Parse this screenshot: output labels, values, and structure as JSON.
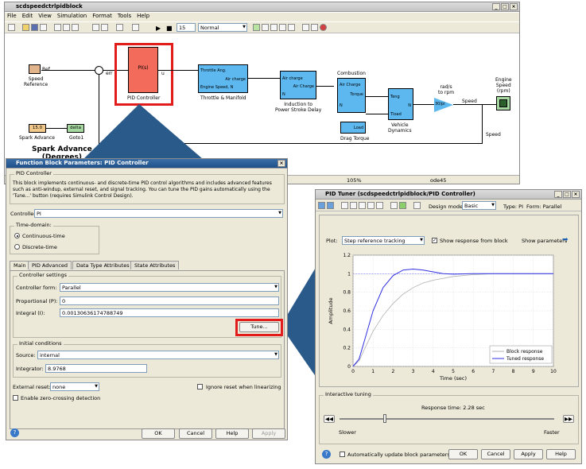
{
  "model": {
    "title": "scdspeedctrlpidblock",
    "menu": [
      "File",
      "Edit",
      "View",
      "Simulation",
      "Format",
      "Tools",
      "Help"
    ],
    "sim_time": "15",
    "sim_mode": "Normal",
    "zoom": "105%",
    "solver": "ode45",
    "blocks": {
      "speed_ref": "Speed\nReference",
      "ref_port": "Ref",
      "err": "err",
      "pid": "PI(s)",
      "pid_label": "PID Controller",
      "u": "u",
      "throttle": "Throttle & Manifold",
      "throttle_in1": "Throttle Ang.",
      "throttle_in2": "Engine Speed, N",
      "throttle_out": "Air charge",
      "induction": "Induction to\nPower Stroke Delay",
      "ind_in": "Air charge",
      "ind_n": "N",
      "ind_out": "Air Charge",
      "combustion": "Combustion",
      "comb_in": "Air Charge",
      "comb_n": "N",
      "comb_out": "Torque",
      "vehicle": "Vehicle\nDynamics",
      "veh_in1": "Teng",
      "veh_in2": "Tload",
      "veh_out": "N",
      "gain": "30/pi",
      "gain_label": "rad/s\nto rpm",
      "speed_line": "Speed",
      "scope": "Engine\nSpeed\n(rpm)",
      "load": "Load",
      "drag": "Drag Torque",
      "speed2": "Speed",
      "spark_val": "15.0",
      "spark_label": "Spark Advance",
      "goto": "delta",
      "goto_label": "Goto1",
      "spark_big": "Spark Advance\n(Degrees)"
    }
  },
  "dialog": {
    "title": "Function Block Parameters: PID Controller",
    "group": "PID Controller",
    "desc": "This block implements continuous- and discrete-time PID control algorithms and includes advanced features such as anti-windup, external reset, and signal tracking. You can tune the PID gains automatically using the 'Tune...' button (requires Simulink Control Design).",
    "controller_label": "Controller:",
    "controller": "PI",
    "time_domain": "Time-domain:",
    "continuous": "Continuous-time",
    "discrete": "Discrete-time",
    "tabs": [
      "Main",
      "PID Advanced",
      "Data Type Attributes",
      "State Attributes"
    ],
    "settings": "Controller settings",
    "form_label": "Controller form:",
    "form": "Parallel",
    "p_label": "Proportional (P):",
    "p": "0",
    "i_label": "Integral (I):",
    "i": "0.00130636174788749",
    "tune": "Tune...",
    "ic": "Initial conditions",
    "source_label": "Source:",
    "source": "internal",
    "integrator_label": "Integrator:",
    "integrator": "8.9768",
    "reset_label": "External reset:",
    "reset": "none",
    "ignore_reset": "Ignore reset when linearizing",
    "zero_cross": "Enable zero-crossing detection",
    "ok": "OK",
    "cancel": "Cancel",
    "help": "Help",
    "apply": "Apply"
  },
  "tuner": {
    "title": "PID Tuner (scdspeedctrlpidblock/PID Controller)",
    "design_mode_label": "Design mode:",
    "design_mode": "Basic",
    "type": "Type: PI",
    "form": "Form: Parallel",
    "plot_label": "Plot:",
    "plot": "Step reference tracking",
    "show_response": "Show response from block",
    "show_params": "Show parameters",
    "interactive": "Interactive tuning",
    "response_time": "Response time: 2.28 sec",
    "slower": "Slower",
    "faster": "Faster",
    "auto_update": "Automatically update block parameters",
    "ok": "OK",
    "cancel": "Cancel",
    "apply": "Apply",
    "help": "Help"
  },
  "chart_data": {
    "type": "line",
    "xlabel": "Time (sec)",
    "ylabel": "Amplitude",
    "xlim": [
      0,
      10
    ],
    "ylim": [
      0,
      1.2
    ],
    "xticks": [
      "0",
      "1",
      "2",
      "3",
      "4",
      "5",
      "6",
      "7",
      "8",
      "9",
      "10"
    ],
    "yticks": [
      "0",
      "0.2",
      "0.4",
      "0.6",
      "0.8",
      "1",
      "1.2"
    ],
    "legend": "bottom-right",
    "series": [
      {
        "name": "Block response",
        "color": "#b0b0b0",
        "x": [
          0,
          0.3,
          0.6,
          1,
          1.5,
          2,
          2.5,
          3,
          3.5,
          4,
          5,
          6,
          7,
          8,
          10
        ],
        "y": [
          0,
          0.06,
          0.2,
          0.38,
          0.55,
          0.68,
          0.78,
          0.85,
          0.9,
          0.93,
          0.97,
          0.99,
          1,
          1,
          1
        ]
      },
      {
        "name": "Tuned response",
        "color": "#3030e0",
        "x": [
          0,
          0.3,
          0.6,
          1,
          1.5,
          2,
          2.5,
          3,
          3.5,
          4,
          4.5,
          5,
          6,
          7,
          8,
          10
        ],
        "y": [
          0,
          0.08,
          0.3,
          0.6,
          0.85,
          0.98,
          1.04,
          1.05,
          1.04,
          1.02,
          1.0,
          0.995,
          1,
          1,
          1,
          1
        ]
      }
    ]
  }
}
